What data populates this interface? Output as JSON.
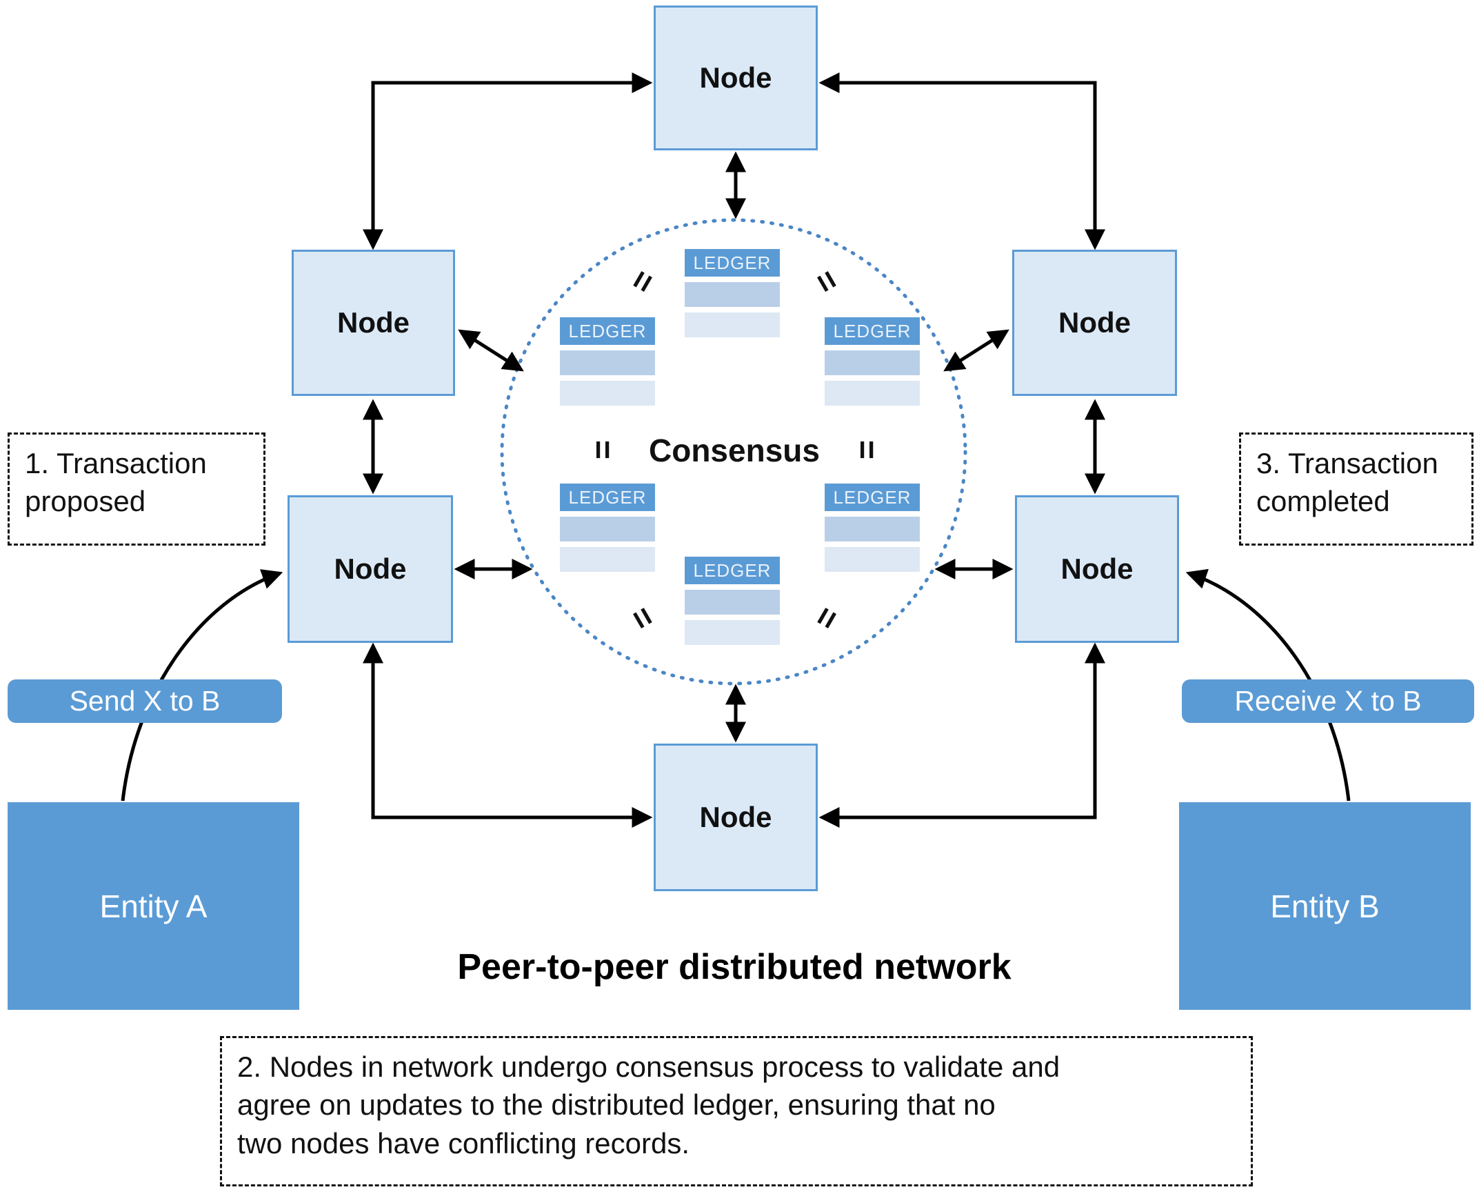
{
  "diagram": {
    "title": "Peer-to-peer distributed network",
    "node_label": "Node",
    "consensus_label": "Consensus",
    "ledger_label": "LEDGER",
    "equals_symbol": "=",
    "step1_lines": [
      "1. Transaction",
      "proposed"
    ],
    "step3_lines": [
      "3. Transaction",
      "completed"
    ],
    "step2_lines": [
      "2. Nodes in network undergo consensus process to validate and",
      "agree on updates to the distributed ledger, ensuring that no",
      "two nodes have conflicting records."
    ],
    "entity_a_label": "Entity A",
    "entity_b_label": "Entity B",
    "send_pill_label": "Send X to B",
    "receive_pill_label": "Receive X to B",
    "colors": {
      "node_fill": "#dbe9f7",
      "node_border": "#5b9bd5",
      "ledger_header": "#5b9bd5",
      "ledger_row_dark": "#b9cfe8",
      "ledger_row_light": "#dde8f4",
      "entity_fill": "#5b9bd5",
      "pill_fill": "#5b9bd5",
      "dotted_circle": "#4a86c5",
      "arrow": "#000000"
    }
  }
}
